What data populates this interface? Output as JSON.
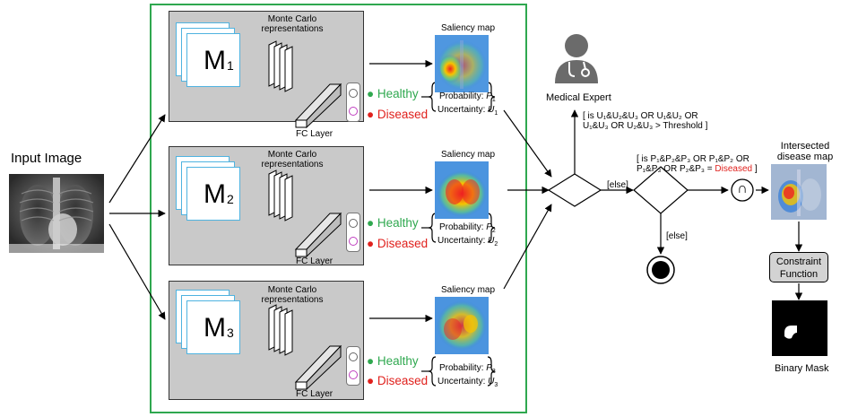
{
  "input": {
    "title": "Input Image"
  },
  "models": [
    {
      "letter": "M",
      "index": "1",
      "mc_line1": "Monte Carlo",
      "mc_line2": "representations",
      "fc": "FC Layer",
      "healthy": "Healthy",
      "diseased": "Diseased",
      "saliency": "Saliency map",
      "prob_label": "Probability: ",
      "prob_var": "P",
      "prob_idx": "1",
      "unc_label": "Uncertainty: ",
      "unc_var": "U",
      "unc_idx": "1"
    },
    {
      "letter": "M",
      "index": "2",
      "mc_line1": "Monte Carlo",
      "mc_line2": "representations",
      "fc": "FC Layer",
      "healthy": "Healthy",
      "diseased": "Diseased",
      "saliency": "Saliency map",
      "prob_label": "Probability: ",
      "prob_var": "P",
      "prob_idx": "2",
      "unc_label": "Uncertainty: ",
      "unc_var": "U",
      "unc_idx": "2"
    },
    {
      "letter": "M",
      "index": "3",
      "mc_line1": "Monte Carlo",
      "mc_line2": "representations",
      "fc": "FC Layer",
      "healthy": "Healthy",
      "diseased": "Diseased",
      "saliency": "Saliency map",
      "prob_label": "Probability: ",
      "prob_var": "P",
      "prob_idx": "3",
      "unc_label": "Uncertainty: ",
      "unc_var": "U",
      "unc_idx": "3"
    }
  ],
  "expert": {
    "label": "Medical Expert"
  },
  "condition1": {
    "line1": "[ is U₁&U₂&U₃ OR U₁&U₂ OR",
    "line2": "U₁&U₃ OR U₂&U₃ > Threshold ]"
  },
  "condition2": {
    "line1": "[ is P₁&P₂&P₃ OR P₁&P₂ OR",
    "line2_prefix": "P₁&P₃ OR P₂&P₃ = ",
    "line2_highlight": "Diseased",
    "line2_suffix": " ]"
  },
  "else_label": "[else]",
  "else_label_down": "[else]",
  "intersect_symbol": "∩",
  "intersected": {
    "line1": "Intersected",
    "line2": "disease map"
  },
  "constraint": {
    "line1": "Constraint",
    "line2": "Function"
  },
  "binary_mask": {
    "label": "Binary Mask"
  },
  "colors": {
    "green": "#2fa84f",
    "red": "#e0211d",
    "box_gray": "#c9c9c9",
    "cyan": "#4fb3e0"
  }
}
